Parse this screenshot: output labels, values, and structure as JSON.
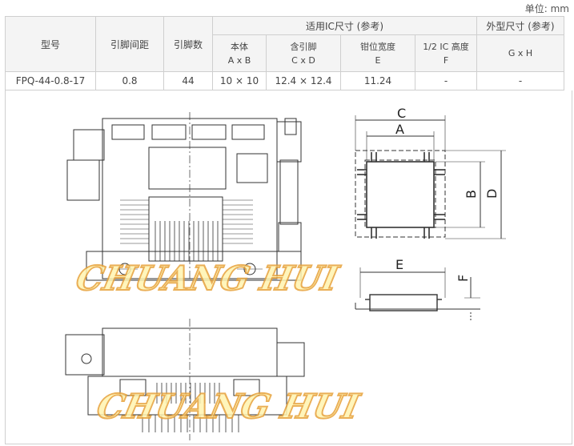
{
  "unit_label": "单位: mm",
  "table": {
    "headers": {
      "model": "型号",
      "pitch": "引脚间距",
      "pins": "引脚数",
      "applicable_ic": "适用IC尺寸 (参考)",
      "outline": "外型尺寸 (参考)",
      "body": [
        "本体",
        "A x B"
      ],
      "with_pins": [
        "含引脚",
        "C x D"
      ],
      "pin_width": [
        "钳位宽度",
        "E"
      ],
      "half_height": [
        "1/2 IC 高度",
        "F"
      ],
      "gxh": "G x H"
    },
    "row": {
      "model": "FPQ-44-0.8-17",
      "pitch": "0.8",
      "pins": "44",
      "body": "10 × 10",
      "with_pins": "12.4 × 12.4",
      "pin_width": "11.24",
      "half_height": "-",
      "gxh": "-"
    }
  },
  "dimension_labels": {
    "a": "A",
    "b": "B",
    "c": "C",
    "d": "D",
    "e": "E",
    "f": "F"
  },
  "watermark": "CHUANG HUI",
  "colors": {
    "line": "#333333",
    "watermark_fill": "#fff4b0",
    "watermark_stroke": "#e7a23a"
  }
}
